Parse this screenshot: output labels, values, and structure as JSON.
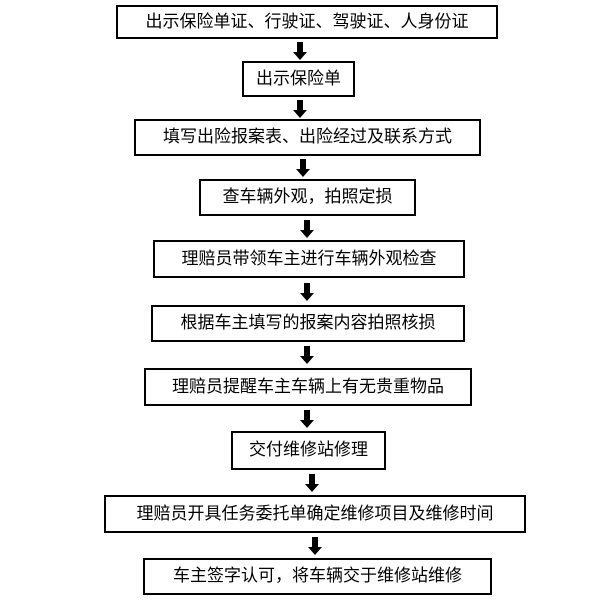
{
  "flow": {
    "steps": [
      "出示保险单证、行驶证、驾驶证、人身份证",
      "出示保险单",
      "填写出险报案表、出险经过及联系方式",
      "查车辆外观，拍照定损",
      "理赔员带领车主进行车辆外观检查",
      "根据车主填写的报案内容拍照核损",
      "理赔员提醒车主车辆上有无贵重物品",
      "交付维修站修理",
      "理赔员开具任务委托单确定维修项目及维修时间",
      "车主签字认可，将车辆交于维修站维修"
    ]
  },
  "colors": {
    "border": "#000000",
    "text": "#000000",
    "background": "#ffffff",
    "arrow": "#000000"
  }
}
